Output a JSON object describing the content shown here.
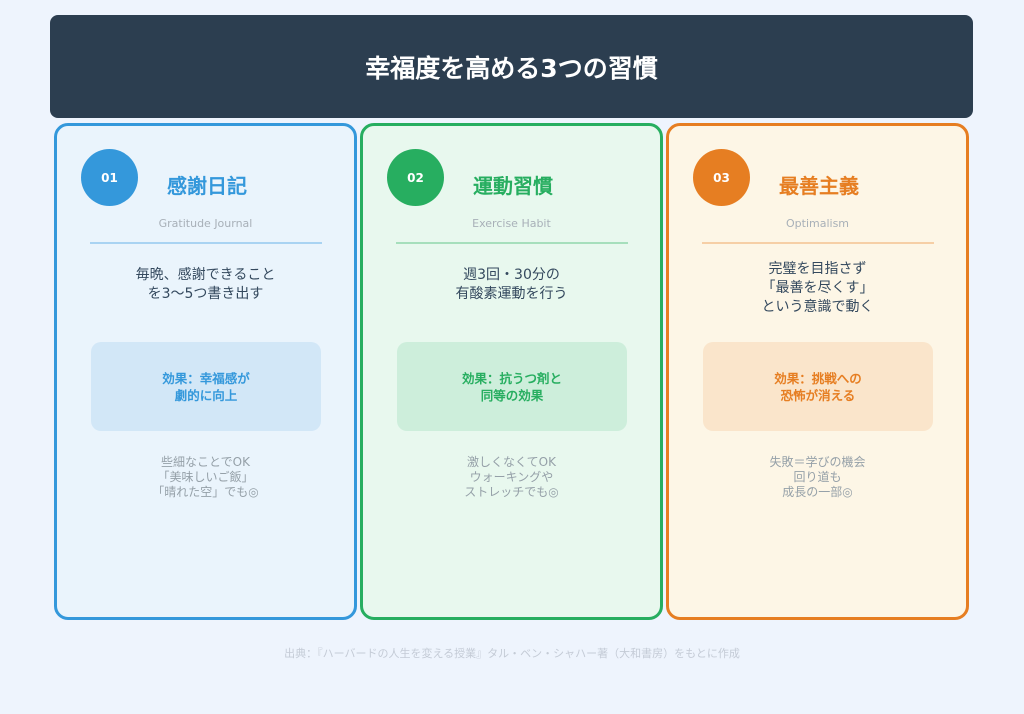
{
  "title": "幸福度を高める3つの習慣",
  "colors": {
    "header": "#2c3e50",
    "blue": "#3498db",
    "green": "#27ae60",
    "orange": "#e67e22"
  },
  "cards": [
    {
      "number": "01",
      "title": "感謝日記",
      "subtitle": "Gratitude Journal",
      "description": "毎晩、感謝できること\nを3〜5つ書き出す",
      "effect": "効果：幸福感が\n劇的に向上",
      "note": "些細なことでOK\n「美味しいご飯」\n「晴れた空」でも◎"
    },
    {
      "number": "02",
      "title": "運動習慣",
      "subtitle": "Exercise Habit",
      "description": "週3回・30分の\n有酸素運動を行う",
      "effect": "効果：抗うつ剤と\n同等の効果",
      "note": "激しくなくてOK\nウォーキングや\nストレッチでも◎"
    },
    {
      "number": "03",
      "title": "最善主義",
      "subtitle": "Optimalism",
      "description": "完璧を目指さず\n「最善を尽くす」\nという意識で動く",
      "effect": "効果：挑戦への\n恐怖が消える",
      "note": "失敗＝学びの機会\n回り道も\n成長の一部◎"
    }
  ],
  "footer": "出典：『ハーバードの人生を変える授業』タル・ベン・シャハー著（大和書房）をもとに作成"
}
